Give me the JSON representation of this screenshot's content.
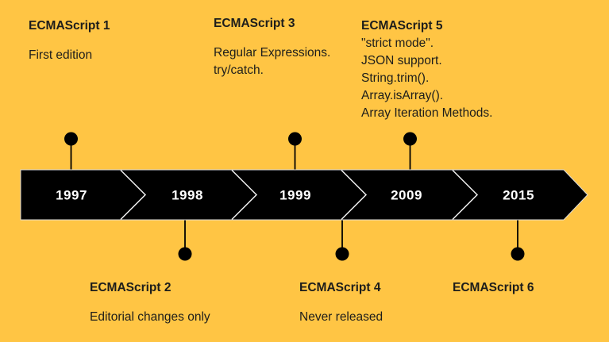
{
  "colors": {
    "background": "#FFC544",
    "band_fill": "#000000",
    "band_outline": "#dcdcdc",
    "chevron": "#eeeeee",
    "ink": "#1d1d1b",
    "year_text": "#ffffff"
  },
  "years": [
    "1997",
    "1998",
    "1999",
    "2009",
    "2015"
  ],
  "events": {
    "es1": {
      "title": "ECMAScript 1",
      "lines": [
        "First edition"
      ]
    },
    "es2": {
      "title": "ECMAScript 2",
      "lines": [
        "Editorial changes only"
      ]
    },
    "es3": {
      "title": "ECMAScript 3",
      "lines": [
        "Regular Expressions.",
        "try/catch."
      ]
    },
    "es4": {
      "title": "ECMAScript 4",
      "lines": [
        "Never released"
      ]
    },
    "es5": {
      "title": "ECMAScript 5",
      "lines": [
        "\"strict mode\".",
        "JSON support.",
        "String.trim().",
        "Array.isArray().",
        "Array Iteration Methods."
      ]
    },
    "es6": {
      "title": "ECMAScript 6",
      "lines": []
    }
  }
}
